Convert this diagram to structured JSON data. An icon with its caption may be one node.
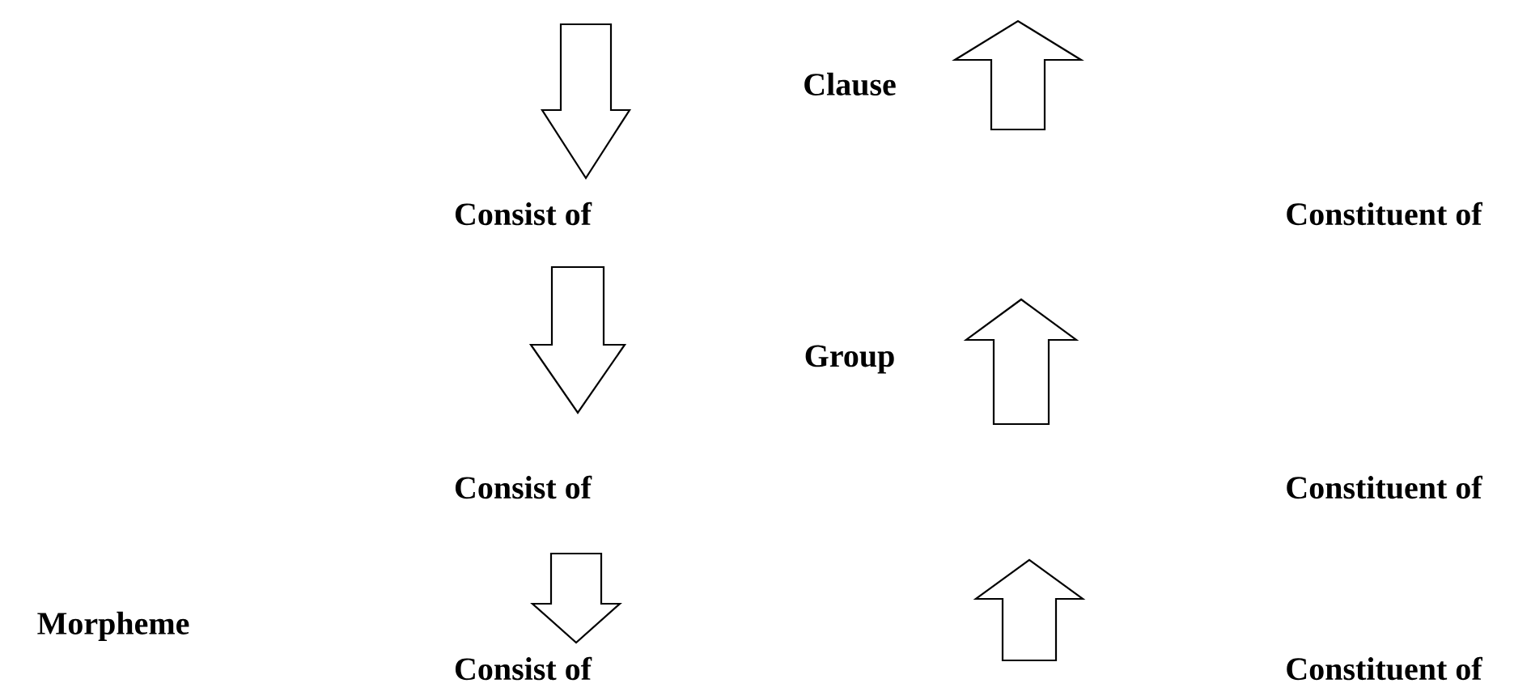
{
  "diagram": {
    "nodes": [
      {
        "text": [
          "Clause"
        ]
      },
      {
        "text": [
          "Consist of"
        ]
      },
      {
        "text": [
          "Constituent of"
        ]
      },
      {
        "text": [
          "Group"
        ]
      },
      {
        "text": [
          "Consist of"
        ]
      },
      {
        "text": [
          "Constituent of"
        ]
      },
      {
        "text": [
          "Morpheme"
        ]
      },
      {
        "text": [
          "Consist of"
        ]
      },
      {
        "text": [
          "Constituent of"
        ]
      }
    ],
    "edges": [
      {
        "from": null,
        "to": 1,
        "arrow": "to"
      },
      {
        "from": 1,
        "to": 4,
        "arrow": "to"
      },
      {
        "from": 4,
        "to": 7,
        "arrow": "to"
      }
    ]
  }
}
